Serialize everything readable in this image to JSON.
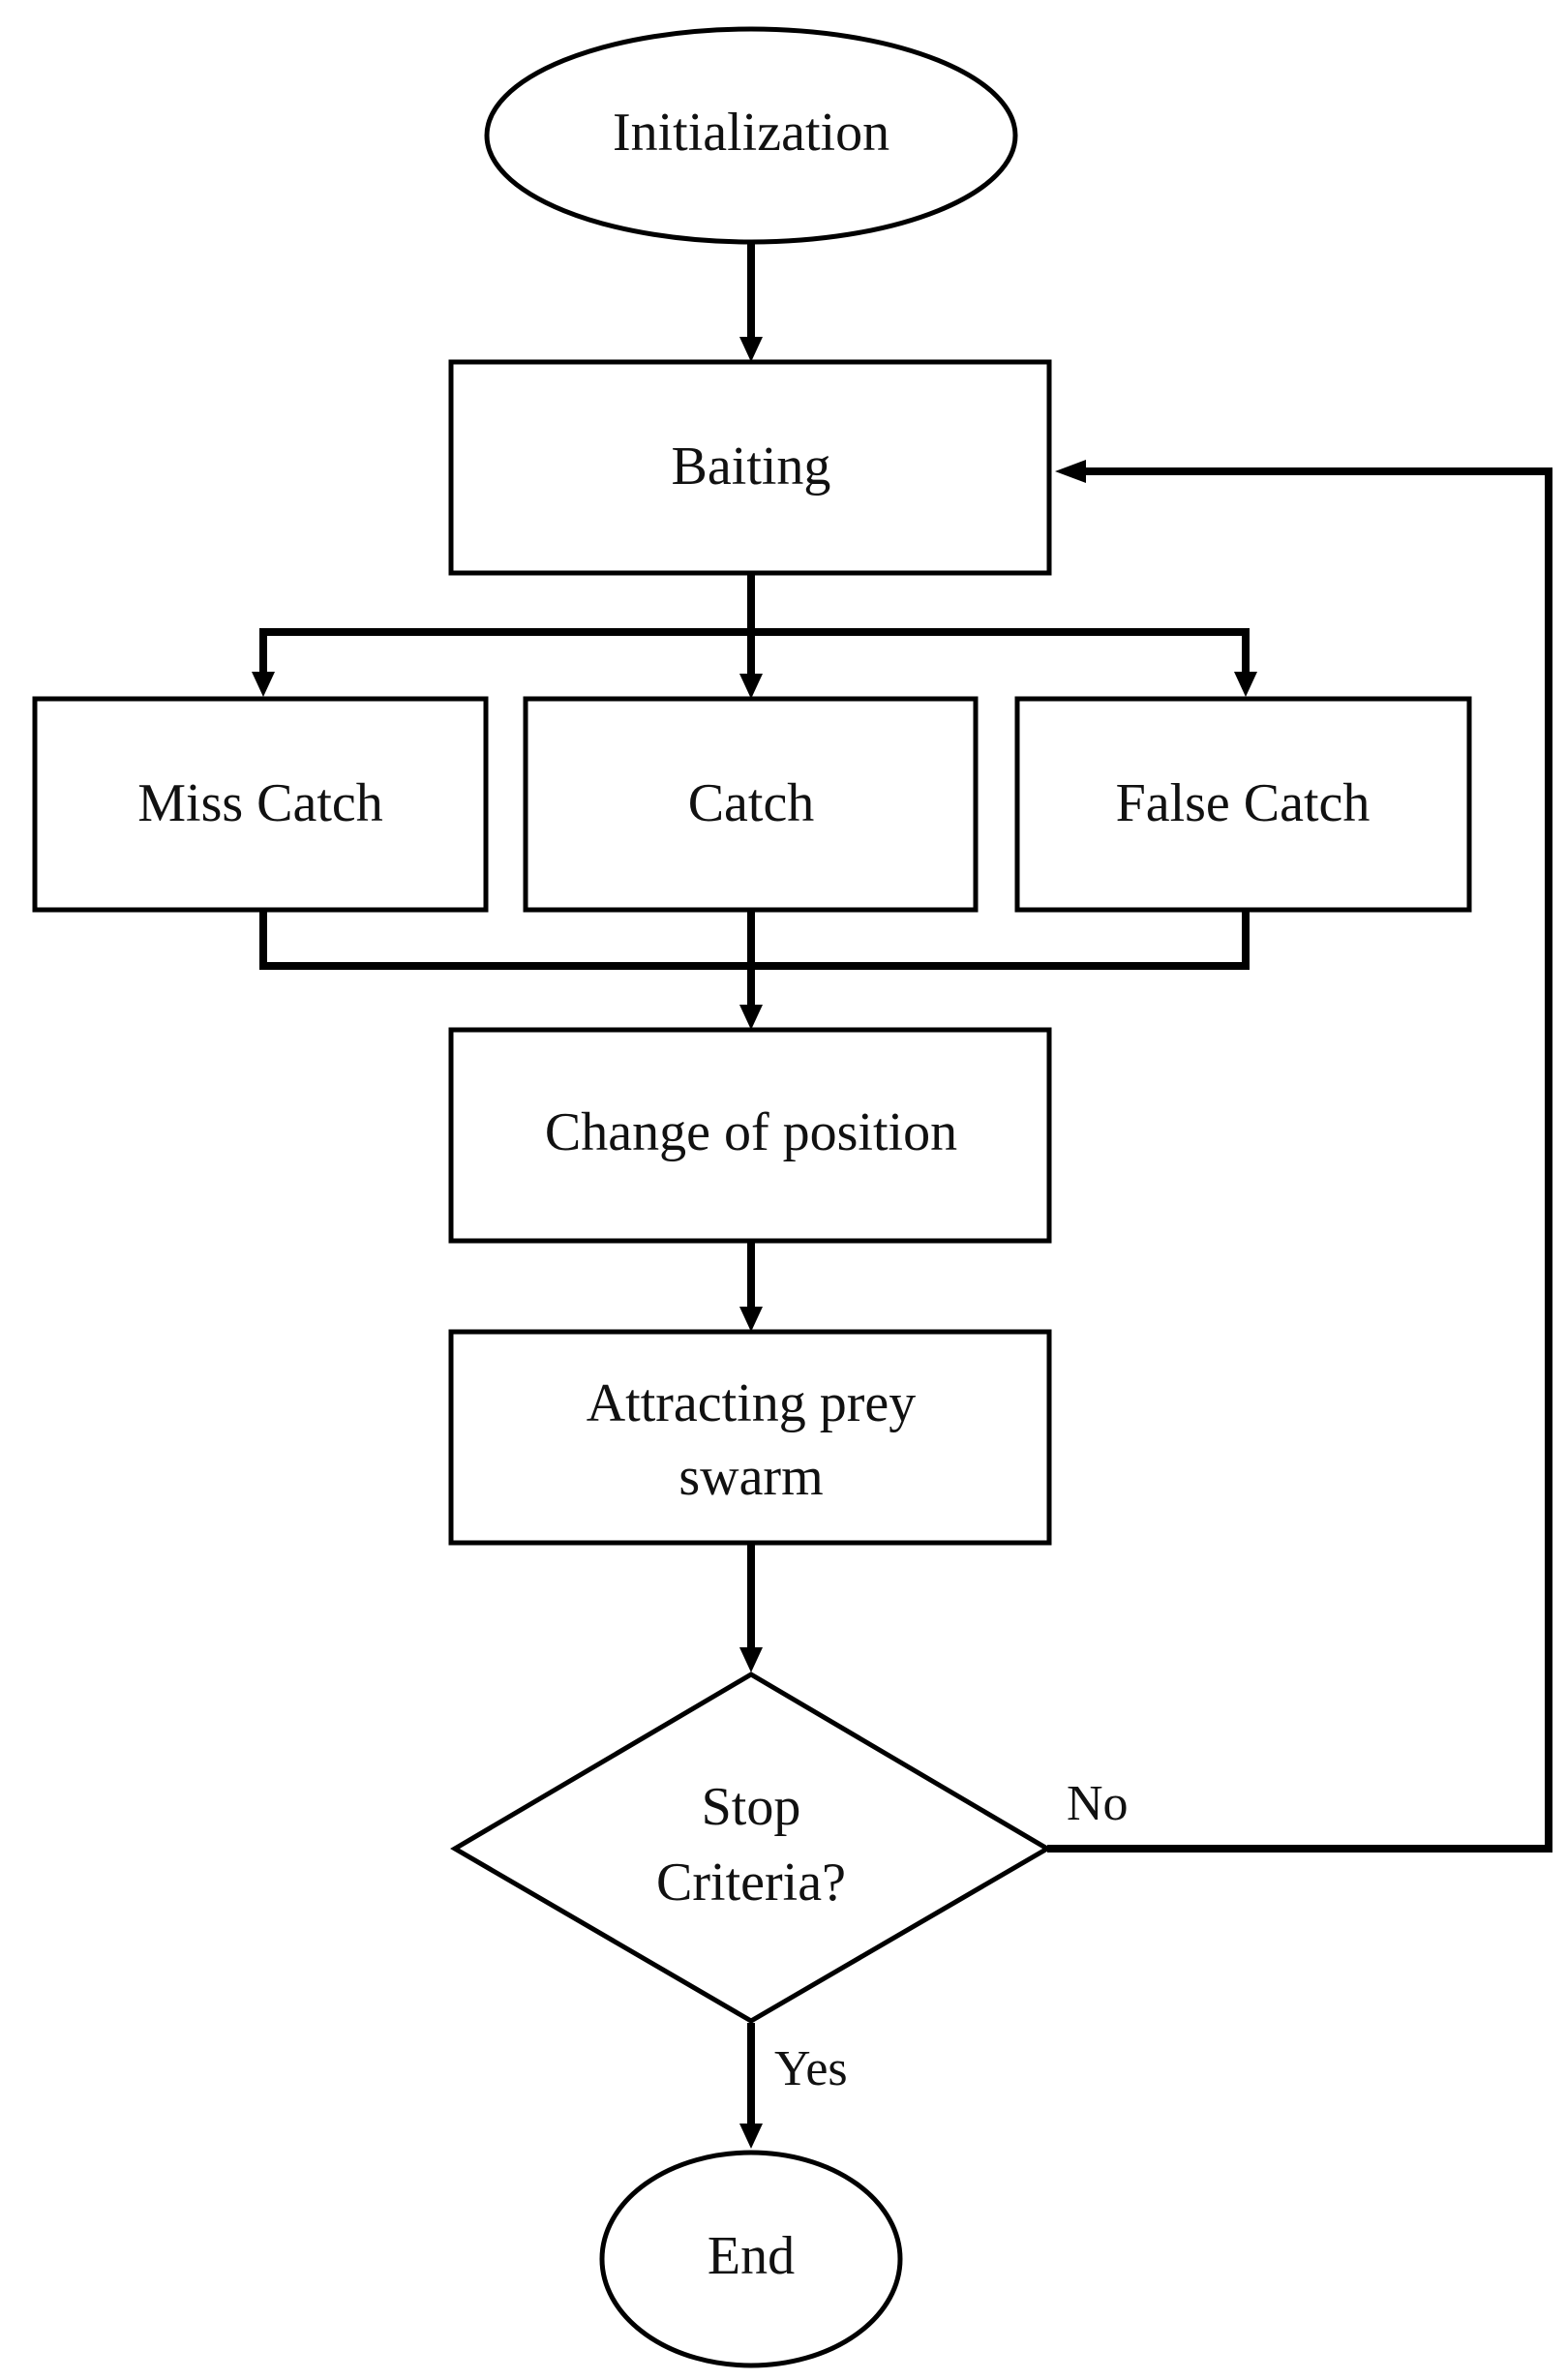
{
  "diagram": {
    "type": "flowchart",
    "colors": {
      "background": "#ffffff",
      "stroke": "#000000",
      "text": "#111111"
    },
    "nodes": {
      "initialization": {
        "shape": "ellipse",
        "label": "Initialization"
      },
      "baiting": {
        "shape": "rectangle",
        "label": "Baiting"
      },
      "miss_catch": {
        "shape": "rectangle",
        "label": "Miss Catch"
      },
      "catch": {
        "shape": "rectangle",
        "label": "Catch"
      },
      "false_catch": {
        "shape": "rectangle",
        "label": "False Catch"
      },
      "change_of_position": {
        "shape": "rectangle",
        "label": "Change of position"
      },
      "attracting": {
        "shape": "rectangle",
        "label_line1": "Attracting prey",
        "label_line2": "swarm"
      },
      "stop_criteria": {
        "shape": "diamond",
        "label_line1": "Stop",
        "label_line2": "Criteria?"
      },
      "end": {
        "shape": "ellipse",
        "label": "End"
      }
    },
    "edges": [
      {
        "from": "initialization",
        "to": "baiting"
      },
      {
        "from": "baiting",
        "to": "miss_catch"
      },
      {
        "from": "baiting",
        "to": "catch"
      },
      {
        "from": "baiting",
        "to": "false_catch"
      },
      {
        "from": "miss_catch",
        "to": "change_of_position"
      },
      {
        "from": "catch",
        "to": "change_of_position"
      },
      {
        "from": "false_catch",
        "to": "change_of_position"
      },
      {
        "from": "change_of_position",
        "to": "attracting"
      },
      {
        "from": "attracting",
        "to": "stop_criteria"
      },
      {
        "from": "stop_criteria",
        "to": "baiting",
        "label": "No"
      },
      {
        "from": "stop_criteria",
        "to": "end",
        "label": "Yes"
      }
    ],
    "edge_labels": {
      "no": "No",
      "yes": "Yes"
    }
  }
}
